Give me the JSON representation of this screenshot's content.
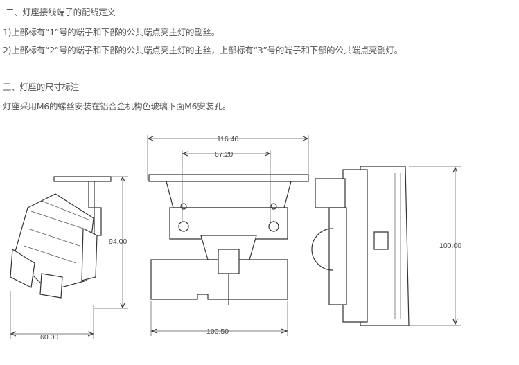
{
  "section2": {
    "heading": "二、灯座接线端子的配线定义",
    "line1": "1)上部标有“1”号的端子和下部的公共端点亮主灯的副丝。",
    "line2": "2)上部标有“2”号的端子和下部的公共端点亮主灯的主丝，上部标有“3”号的端子和下部的公共端点亮副灯。"
  },
  "section3": {
    "heading": "三、灯座的尺寸标注",
    "line1": "灯座采用M6的螺丝安装在铝合金机构色玻璃下面M6安装孔。"
  },
  "drawing": {
    "side_height": "94.00",
    "side_width": "60.00",
    "front_top_width": "116.40",
    "front_hole_spacing": "67.20",
    "front_bottom_width": "100.50",
    "rear_height": "100.00"
  }
}
